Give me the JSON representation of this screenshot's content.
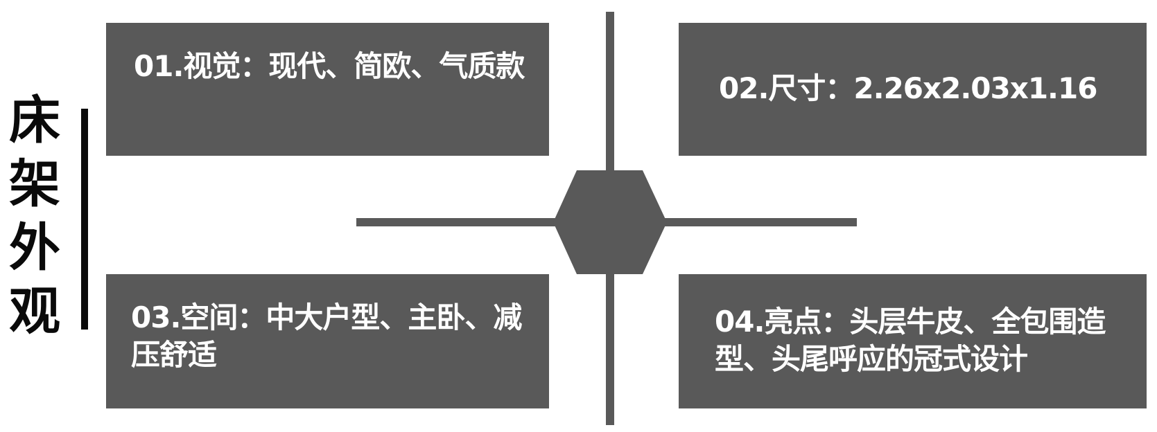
{
  "title": {
    "chars": [
      "床",
      "架",
      "外",
      "观"
    ]
  },
  "colors": {
    "box_fill": "#595959",
    "text": "#ffffff",
    "title_text": "#0a0a0a",
    "connector": "#595959"
  },
  "items": [
    {
      "label": "01.视觉：现代、简欧、气质款"
    },
    {
      "label": "02.尺寸：2.26x2.03x1.16"
    },
    {
      "label": "03.空间：中大户型、主卧、减压舒适"
    },
    {
      "label": "04.亮点：头层牛皮、全包围造型、头尾呼应的冠式设计"
    }
  ],
  "center_shape": "hexagon"
}
